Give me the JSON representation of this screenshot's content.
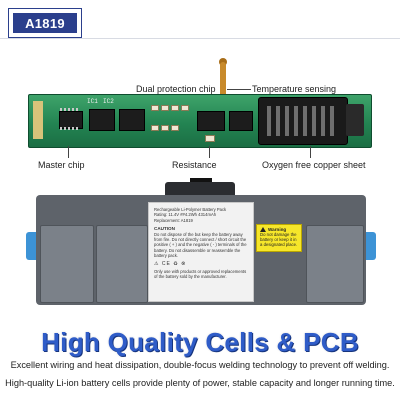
{
  "model_badge": "A1819",
  "callouts": {
    "dual_protection_chip": "Dual protection chip",
    "temperature_sensing": "Temperature sensing",
    "master_chip": "Master chip",
    "resistance": "Resistance",
    "oxygen_free_copper_sheet": "Oxygen free copper sheet"
  },
  "pcb_silkscreen": {
    "ic1": "IC1",
    "ic2": "IC2"
  },
  "battery_label": {
    "line1": "Rechargeable Li-Polymer Battery Pack",
    "line2": "Rating: 11.4V  ##4.2Wh  4314mAh",
    "line3": "Replacement: A1819",
    "caution_title": "CAUTION",
    "caution_text": "Do not dispose of the  but keep the battery away from fire. Do not directly connect / short circuit the positive ( + ) and the negative ( - ) terminals of the battery. Do not disassemble or reassemble the battery pack.",
    "ce_marks": "⚠ CE ♻ ⊗",
    "footer": "Only use with products or approved replacements of the battery sold by the manufacturer."
  },
  "warning_label": {
    "title": "Warning",
    "text": "Do not damage the battery or keep it in a designated place."
  },
  "headline": "High Quality Cells & PCB",
  "description": [
    "Excellent wiring and heat dissipation, double-focus welding technology to prevent off welding.",
    "High-quality Li-ion battery cells provide plenty of power, stable capacity and longer running time."
  ],
  "colors": {
    "brand_blue": "#2b3f8c",
    "headline_blue": "#2f5cc8",
    "pcb_green": "#238452",
    "battery_gray": "#5e636a",
    "end_cap_blue": "#3d93d6",
    "warning_yellow": "#f6e62a"
  }
}
